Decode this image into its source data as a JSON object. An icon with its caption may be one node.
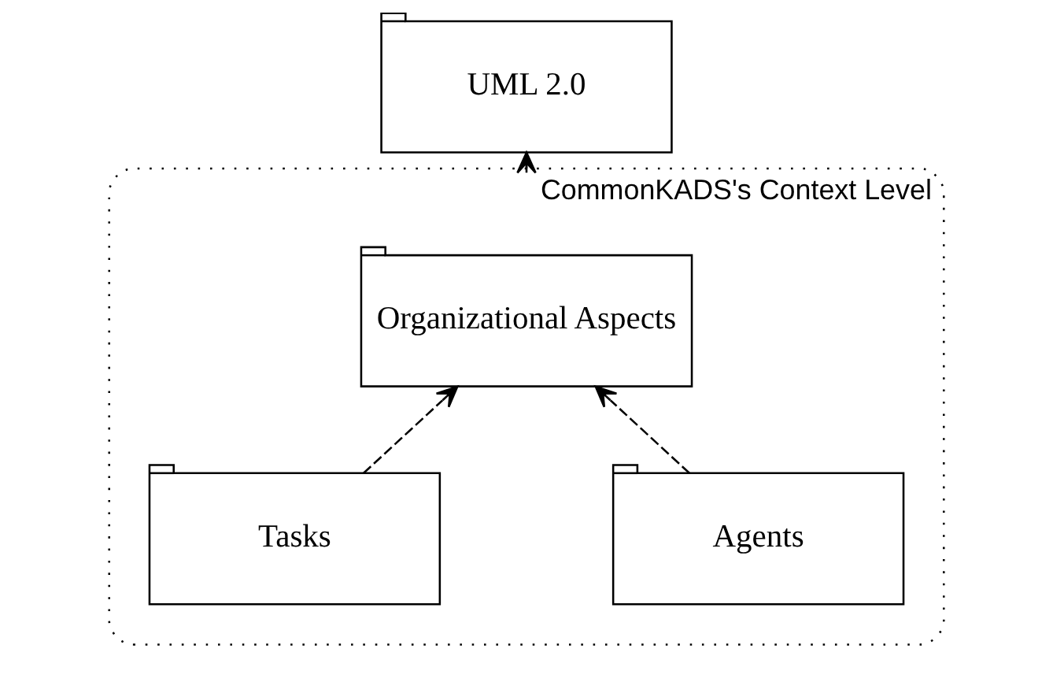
{
  "diagram": {
    "nodes": [
      {
        "text": [
          "UML 2.0"
        ]
      },
      {
        "text": [
          "CommonKADS's Context Level"
        ]
      },
      {
        "text": [
          "Organizational Aspects"
        ],
        "in": 1
      },
      {
        "text": [
          "Agents"
        ],
        "in": 1
      },
      {
        "text": [
          "Tasks"
        ],
        "in": 1
      }
    ],
    "edges": [
      {
        "from": 1,
        "to": 0,
        "arrow": "to",
        "style": "dashed"
      },
      {
        "from": 3,
        "to": 2,
        "arrow": "to",
        "style": "dashed"
      },
      {
        "from": 4,
        "to": 2,
        "arrow": "to",
        "style": "dashed"
      }
    ]
  }
}
